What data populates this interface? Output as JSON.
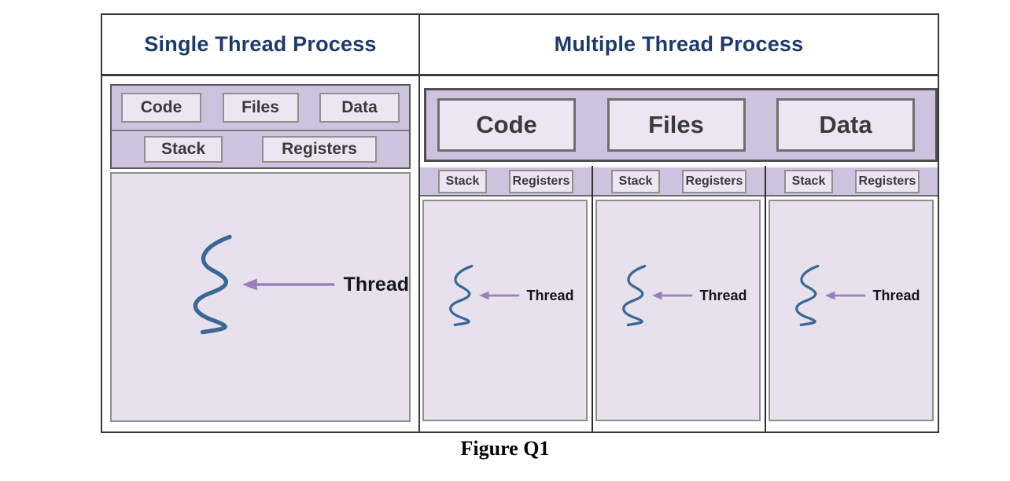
{
  "caption": "Figure Q1",
  "panels": {
    "single": {
      "title": "Single Thread Process",
      "resources": [
        "Code",
        "Files",
        "Data"
      ],
      "context": [
        "Stack",
        "Registers"
      ],
      "thread_label": "Thread"
    },
    "multiple": {
      "title": "Multiple Thread Process",
      "resources": [
        "Code",
        "Files",
        "Data"
      ],
      "threads": [
        {
          "context": [
            "Stack",
            "Registers"
          ],
          "thread_label": "Thread"
        },
        {
          "context": [
            "Stack",
            "Registers"
          ],
          "thread_label": "Thread"
        },
        {
          "context": [
            "Stack",
            "Registers"
          ],
          "thread_label": "Thread"
        }
      ]
    }
  },
  "icons": {
    "squiggle": "thread-squiggle-icon",
    "arrow": "left-arrow-icon"
  },
  "colors": {
    "header_text": "#1e3a68",
    "band_fill": "#cdc3de",
    "box_fill": "#ebe6f2",
    "area_fill": "#e6e1ec",
    "squiggle_blue": "#3a6795",
    "arrow_purple": "#9b7fbe",
    "label_text": "#3a3a3a",
    "thread_text": "#15151f",
    "border_dark": "#3a3a3a",
    "border_gray": "#8f8f8f"
  }
}
